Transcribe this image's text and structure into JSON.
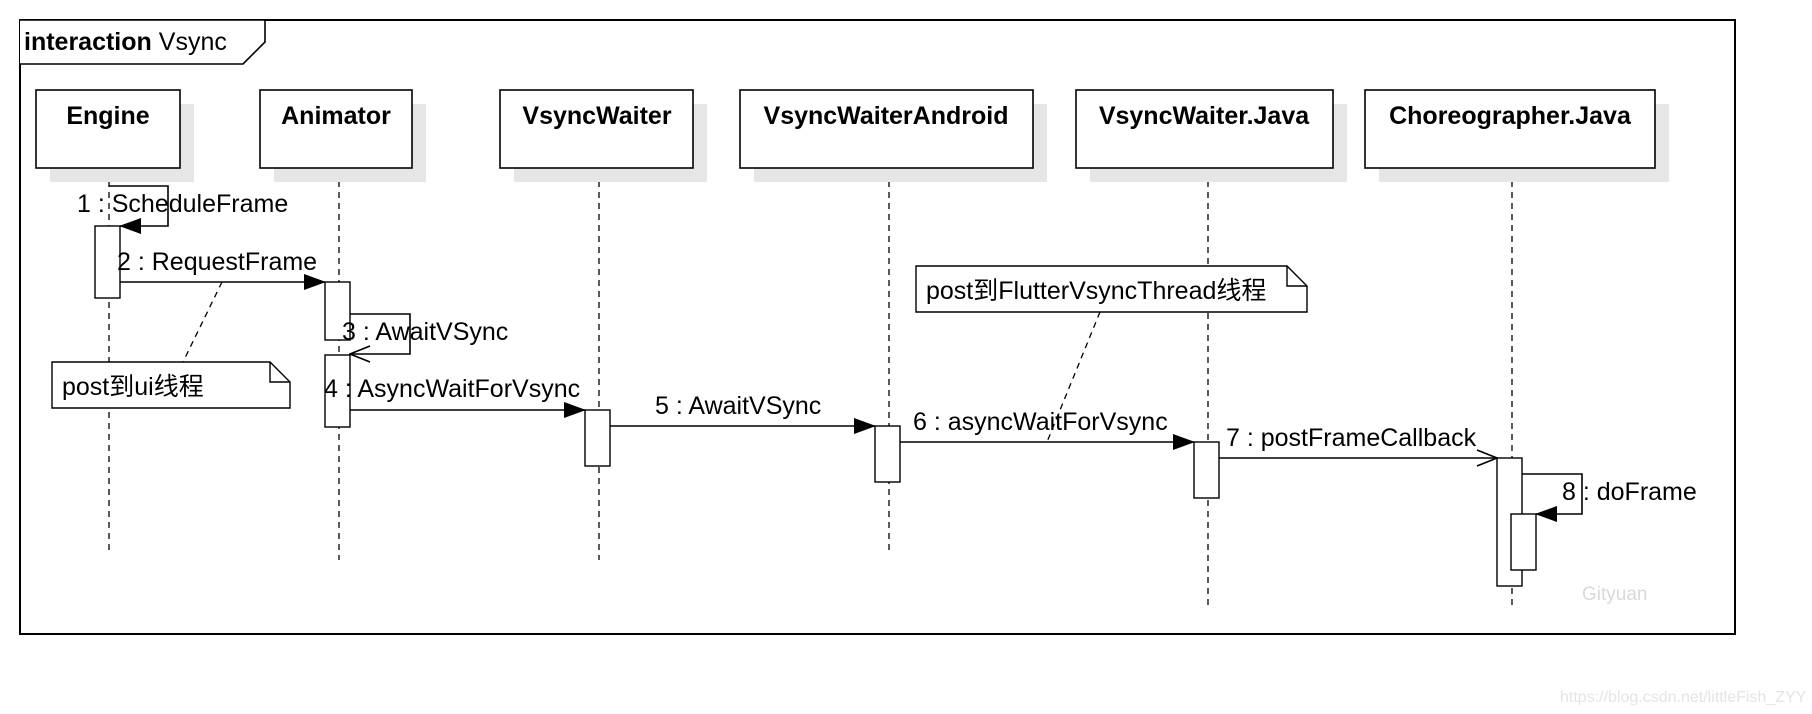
{
  "frame": {
    "keyword": "interaction",
    "name": "Vsync"
  },
  "lifelines": [
    {
      "id": "engine",
      "label": "Engine"
    },
    {
      "id": "animator",
      "label": "Animator"
    },
    {
      "id": "vsyncwaiter",
      "label": "VsyncWaiter"
    },
    {
      "id": "vsyncwaiterandroid",
      "label": "VsyncWaiterAndroid"
    },
    {
      "id": "vsyncwaiterjava",
      "label": "VsyncWaiter.Java"
    },
    {
      "id": "choreographerjava",
      "label": "Choreographer.Java"
    }
  ],
  "messages": [
    {
      "label": "1 : ScheduleFrame",
      "from": "Engine",
      "to": "Engine"
    },
    {
      "label": "2 : RequestFrame",
      "from": "Engine",
      "to": "Animator"
    },
    {
      "label": "3 : AwaitVSync",
      "from": "Animator",
      "to": "Animator"
    },
    {
      "label": "4 : AsyncWaitForVsync",
      "from": "Animator",
      "to": "VsyncWaiter"
    },
    {
      "label": "5 : AwaitVSync",
      "from": "VsyncWaiter",
      "to": "VsyncWaiterAndroid"
    },
    {
      "label": "6 : asyncWaitForVsync",
      "from": "VsyncWaiterAndroid",
      "to": "VsyncWaiter.Java"
    },
    {
      "label": "7 : postFrameCallback",
      "from": "VsyncWaiter.Java",
      "to": "Choreographer.Java"
    },
    {
      "label": "8 : doFrame",
      "from": "Choreographer.Java",
      "to": "Choreographer.Java"
    }
  ],
  "notes": [
    {
      "text": "post到ui线程"
    },
    {
      "text": "post到FlutterVsyncThread线程"
    }
  ],
  "watermarks": {
    "author": "Gityuan",
    "source": "https://blog.csdn.net/littleFish_ZYY"
  }
}
